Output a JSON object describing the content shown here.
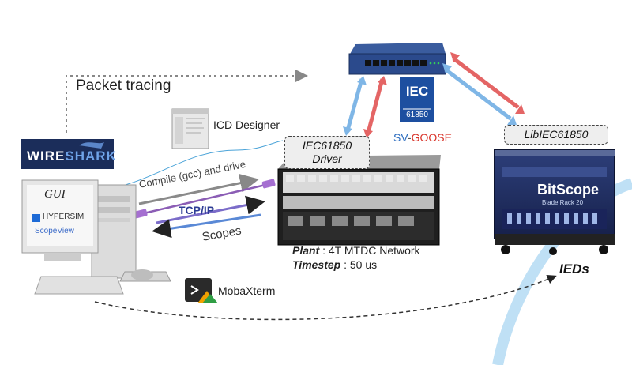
{
  "packet_tracing": "Packet tracing",
  "icd_designer": "ICD Designer",
  "wireshark": {
    "part1": "WIRE",
    "part2": "SHARK"
  },
  "driver_tag": {
    "line1": "IEC61850",
    "line2": "Driver"
  },
  "libiec_tag": "LibIEC61850",
  "iec_logo": {
    "top": "IEC",
    "bottom": "61850"
  },
  "protocol": {
    "sv": "SV",
    "dash": "-",
    "goose": "GOOSE"
  },
  "gui": {
    "title": "GUI",
    "hypersim": "HYPERSIM",
    "scopeview": "ScopeView"
  },
  "compile_label": "Compile (gcc) and drive",
  "tcpip_label": "TCP/IP",
  "scopes_label": "Scopes",
  "plant": {
    "key": "Plant",
    "value": " : 4T MTDC Network"
  },
  "timestep": {
    "key": "Timestep",
    "value": " : 50 us"
  },
  "mobaxterm": "MobaXterm",
  "ieds": "IEDs",
  "bitscope": {
    "name": "BitScope",
    "sub": "Blade Rack 20"
  },
  "colors": {
    "red_arrow": "#e46565",
    "blue_arrow": "#7fb6e6",
    "goose": "#d9352b",
    "sv": "#2f6fc0",
    "iec_blue": "#1d4fa0"
  }
}
